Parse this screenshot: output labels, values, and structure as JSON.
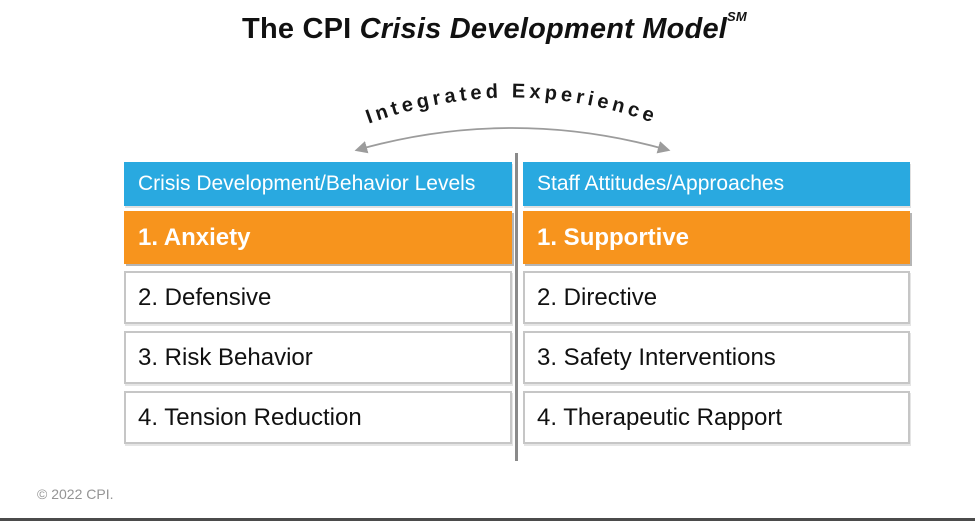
{
  "title": {
    "prefix": "The CPI ",
    "italic": "Crisis Development Model",
    "superscript": "SM"
  },
  "arc": {
    "label": "Integrated Experience"
  },
  "table": {
    "highlighted_row_index": 0,
    "left": {
      "header": "Crisis Development/Behavior Levels",
      "rows": [
        "1. Anxiety",
        "2. Defensive",
        "3. Risk Behavior",
        "4. Tension Reduction"
      ]
    },
    "right": {
      "header": "Staff Attitudes/Approaches",
      "rows": [
        "1. Supportive",
        "2. Directive",
        "3. Safety Interventions",
        "4. Therapeutic Rapport"
      ]
    }
  },
  "footer": {
    "copyright": "© 2022 CPI."
  },
  "colors": {
    "header_blue": "#29A9E0",
    "highlight_orange": "#F7941D",
    "arrow_gray": "#9c9c9c",
    "divider_gray": "#8a8a8a",
    "row_border_gray": "#c6c6c6",
    "bottom_rule_gray": "#4b4b4b",
    "copyright_gray": "#949494"
  }
}
